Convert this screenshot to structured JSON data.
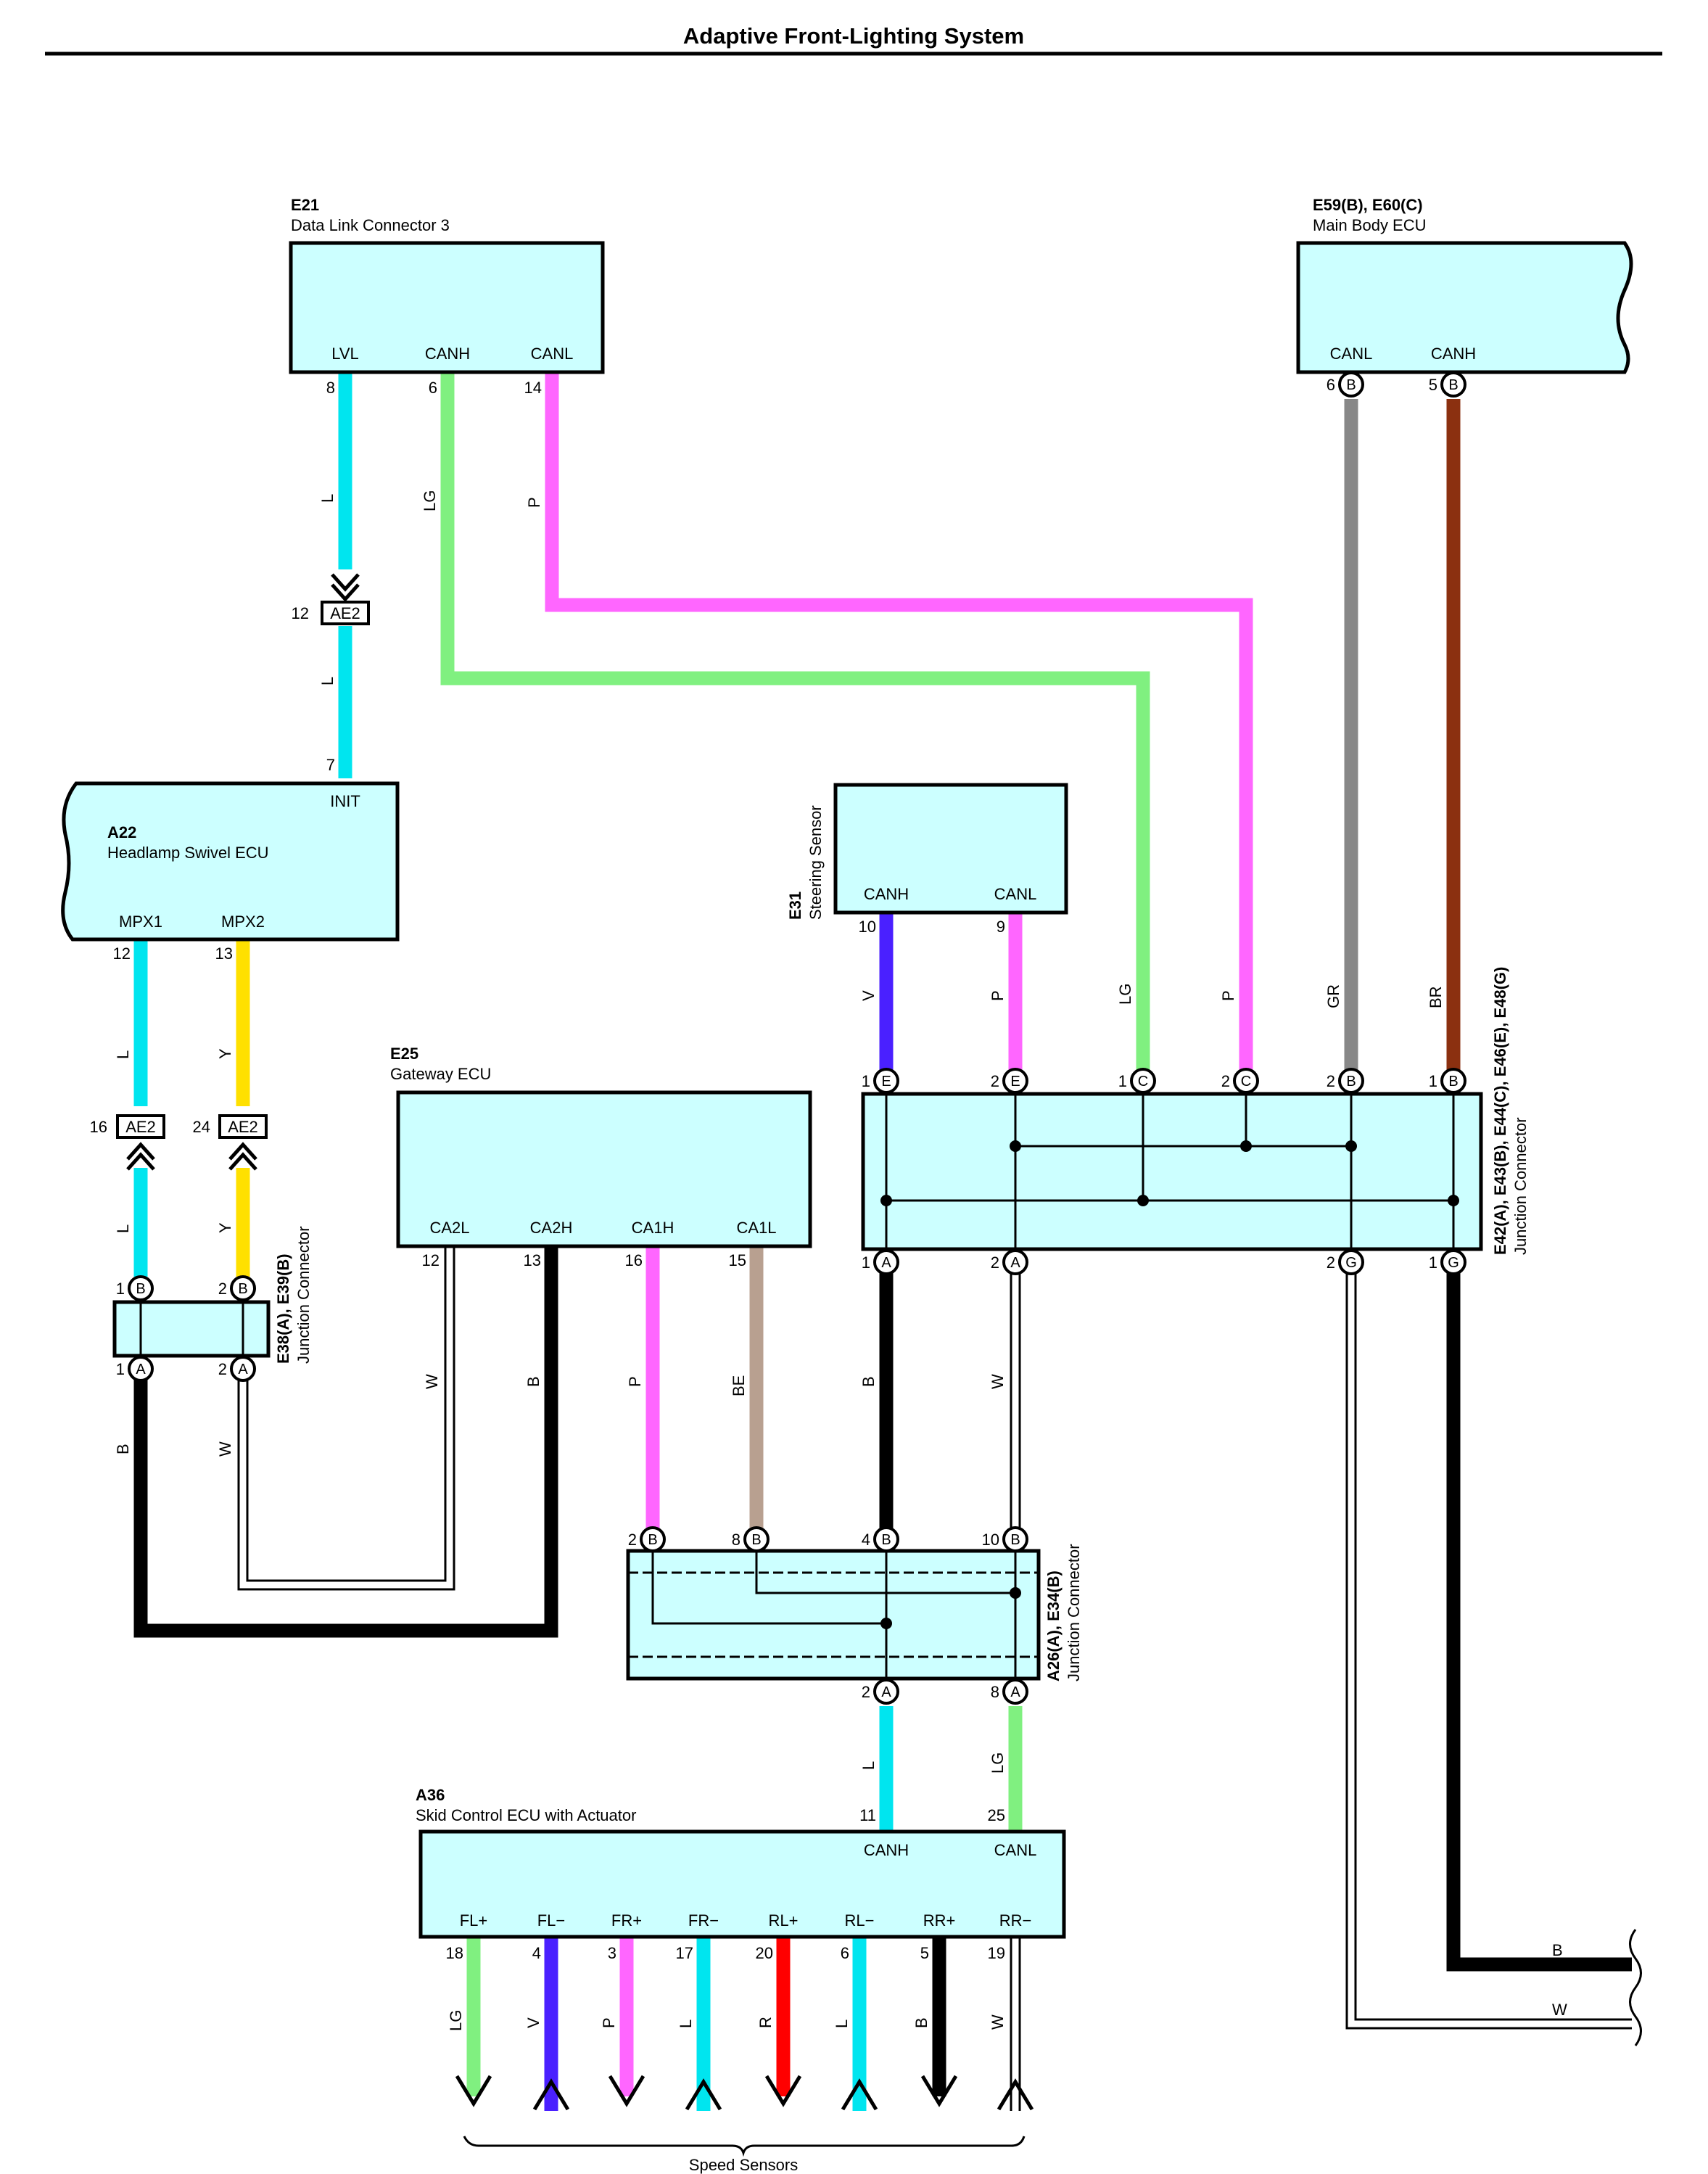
{
  "title": "Adaptive Front-Lighting System",
  "colors": {
    "L": "#00e5ef",
    "LG": "#80f080",
    "P": "#ff66ff",
    "GR": "#888888",
    "BR": "#8b3010",
    "Y": "#ffe000",
    "V": "#4a20ff",
    "B": "#000000",
    "W": "#ffffff",
    "BE": "#b8a090",
    "R": "#ff0000",
    "box_fill": "#ccffff"
  },
  "components": {
    "e21": {
      "code": "E21",
      "name": "Data Link Connector 3",
      "pins": [
        "LVL",
        "CANH",
        "CANL"
      ]
    },
    "e59": {
      "code": "E59(B), E60(C)",
      "name": "Main Body ECU",
      "pins": [
        "CANL",
        "CANH"
      ]
    },
    "a22": {
      "code": "A22",
      "name": "Headlamp Swivel ECU",
      "pins": [
        "INIT",
        "MPX1",
        "MPX2"
      ]
    },
    "e31": {
      "code": "E31",
      "name": "Steering Sensor",
      "pins": [
        "CANH",
        "CANL"
      ]
    },
    "e25": {
      "code": "E25",
      "name": "Gateway ECU",
      "pins": [
        "CA2L",
        "CA2H",
        "CA1H",
        "CA1L"
      ]
    },
    "e42": {
      "code": "E42(A), E43(B), E44(C), E46(E), E48(G)",
      "name": "Junction Connector"
    },
    "e38": {
      "code": "E38(A), E39(B)",
      "name": "Junction Connector"
    },
    "a26": {
      "code": "A26(A), E34(B)",
      "name": "Junction Connector"
    },
    "a36": {
      "code": "A36",
      "name": "Skid Control ECU with Actuator",
      "pins_top": [
        "CANH",
        "CANL"
      ],
      "pins_bottom": [
        "FL+",
        "FL−",
        "FR+",
        "FR−",
        "RL+",
        "RL−",
        "RR+",
        "RR−"
      ]
    }
  },
  "inline_connector": "AE2",
  "speed_sensors": "Speed Sensors",
  "wire_labels": {
    "e21_lvl": "L",
    "e21_canh": "LG",
    "e21_canl": "P",
    "e59_canl": "GR",
    "e59_canh": "BR",
    "a22_mpx1": "L",
    "a22_mpx2": "Y",
    "e31_canh": "V",
    "e31_canl": "P",
    "e42_lg": "LG",
    "e42_p": "P",
    "e42_gr": "GR",
    "e42_br": "BR",
    "e25_ca2l": "W",
    "e25_ca2h": "B",
    "e25_ca1h": "P",
    "e25_ca1l": "BE",
    "e42_a1": "B",
    "e42_a2": "W",
    "e38_a1": "B",
    "e38_a2": "W",
    "a26_a2": "L",
    "a26_a8": "LG",
    "exit_b": "B",
    "exit_w": "W",
    "s_fl_p": "LG",
    "s_fl_m": "V",
    "s_fr_p": "P",
    "s_fr_m": "L",
    "s_rl_p": "R",
    "s_rl_m": "L",
    "s_rr_p": "B",
    "s_rr_m": "W"
  },
  "pin_numbers": {
    "e21_lvl": "8",
    "e21_canh": "6",
    "e21_canl": "14",
    "e59_canl": "6",
    "e59_canh": "5",
    "ae2_12": "12",
    "a22_init": "7",
    "a22_mpx1": "12",
    "a22_mpx2": "13",
    "ae2_16": "16",
    "ae2_24": "24",
    "e31_canh": "10",
    "e31_canl": "9",
    "e42_e1": "1",
    "e42_e2": "2",
    "e42_c1": "1",
    "e42_c2": "2",
    "e42_b2": "2",
    "e42_b1": "1",
    "e42_a1": "1",
    "e42_a2": "2",
    "e42_g2": "2",
    "e42_g1": "1",
    "e38_b1": "1",
    "e38_b2": "2",
    "e38_a1": "1",
    "e38_a2": "2",
    "e25_ca2l": "12",
    "e25_ca2h": "13",
    "e25_ca1h": "16",
    "e25_ca1l": "15",
    "a26_b2": "2",
    "a26_b8": "8",
    "a26_b4": "4",
    "a26_b10": "10",
    "a26_a2": "2",
    "a26_a8": "8",
    "a36_canh": "11",
    "a36_canl": "25",
    "a36_fl_p": "18",
    "a36_fl_m": "4",
    "a36_fr_p": "3",
    "a36_fr_m": "17",
    "a36_rl_p": "20",
    "a36_rl_m": "6",
    "a36_rr_p": "5",
    "a36_rr_m": "19"
  },
  "cavity_letters": {
    "e59_canl": "B",
    "e59_canh": "B",
    "e42_e1": "E",
    "e42_e2": "E",
    "e42_c1": "C",
    "e42_c2": "C",
    "e42_b2": "B",
    "e42_b1": "B",
    "e42_a1": "A",
    "e42_a2": "A",
    "e42_g2": "G",
    "e42_g1": "G",
    "e38_b1": "B",
    "e38_b2": "B",
    "e38_a1": "A",
    "e38_a2": "A",
    "a26_b2": "B",
    "a26_b8": "B",
    "a26_b4": "B",
    "a26_b10": "B",
    "a26_a2": "A",
    "a26_a8": "A"
  }
}
